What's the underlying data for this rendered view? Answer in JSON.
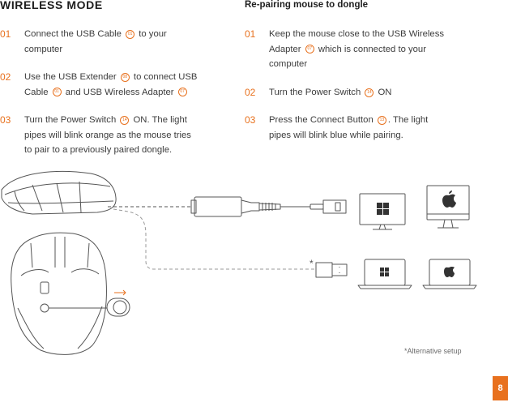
{
  "left": {
    "title": "WIRELESS MODE",
    "steps": [
      {
        "num": "01",
        "line1_a": "Connect the USB Cable ",
        "ref1": "01",
        "line1_b": " to your",
        "line2": "computer"
      },
      {
        "num": "02",
        "line1_a": "Use the USB Extender ",
        "ref1": "08",
        "line1_b": " to connect USB",
        "line2_a": "Cable ",
        "ref2": "01",
        "line2_b": " and USB Wireless Adapter ",
        "ref3": "07"
      },
      {
        "num": "03",
        "line1_a": "Turn the Power Switch ",
        "ref1": "14",
        "line1_b": " ON. The light",
        "line2": "pipes will blink orange as the mouse tries",
        "line3": "to pair to a previously paired dongle."
      }
    ]
  },
  "right": {
    "title": "Re-pairing mouse to dongle",
    "steps": [
      {
        "num": "01",
        "line1": "Keep the mouse close to the USB Wireless",
        "line2_a": "Adapter ",
        "ref1": "07",
        "line2_b": " which is connected to your",
        "line3": "computer"
      },
      {
        "num": "02",
        "line1_a": "Turn the Power Switch ",
        "ref1": "14",
        "line1_b": " ON"
      },
      {
        "num": "03",
        "line1_a": "Press the Connect Button ",
        "ref1": "13",
        "line1_b": ". The light",
        "line2": "pipes will blink blue while pairing."
      }
    ]
  },
  "illustration": {
    "asterisk": "*",
    "footnote": "*Alternative setup"
  },
  "page_number": "8",
  "colors": {
    "accent": "#e8711e",
    "text": "#3c3c3c",
    "line": "#555555"
  }
}
